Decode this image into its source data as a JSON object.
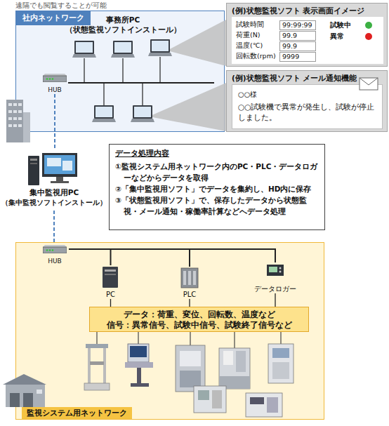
{
  "diagram": {
    "nodes": [
      {
        "text": [
          "社内ネットワーク"
        ]
      },
      {
        "text": [
          "HUB"
        ],
        "in": 0
      },
      {
        "text": [
          "(例)状態監視ソフト 表示画面イメージ"
        ]
      },
      {
        "text": [
          "(例)状態監視ソフト メール通知機能"
        ]
      },
      {
        "text": [
          "○○様",
          "○○試験機で異常が発生し、試験が停止しました。"
        ],
        "in": 3
      },
      {
        "text": [
          "集中監視用PC",
          "（集中監視ソフトインストール）"
        ]
      },
      {
        "text": [
          "データ処理内容",
          "①監視システム用ネットワーク内のPC・PLC・データロガーなどからデータを取得",
          "②「集中監視用ソフト」でデータを集約し、HD内に保存",
          "③「状態監視用ソフト」で、保存したデータから状態監視・メール通知・稼働率計算などへデータ処理"
        ]
      },
      {
        "text": [
          "監視システム用ネットワーク"
        ]
      },
      {
        "text": [
          "HUB"
        ],
        "in": 7
      },
      {
        "text": [
          "PC"
        ],
        "in": 7
      },
      {
        "text": [
          "PLC"
        ],
        "in": 7
      },
      {
        "text": [
          "データロガー"
        ],
        "in": 7
      },
      {
        "text": [
          "データ：荷重、変位、回転数、温度など",
          "信号：異常信号、試験中信号、試験終了信号など"
        ],
        "in": 7
      }
    ],
    "edges": [
      {
        "from": 1,
        "to": 5,
        "arrow": "none"
      },
      {
        "from": 5,
        "to": 8,
        "arrow": "none"
      },
      {
        "from": 8,
        "to": 9,
        "arrow": "none"
      },
      {
        "from": 8,
        "to": 10,
        "arrow": "none"
      },
      {
        "from": 8,
        "to": 11,
        "arrow": "none"
      },
      {
        "from": 9,
        "to": 12,
        "arrow": "none"
      },
      {
        "from": 10,
        "to": 12,
        "arrow": "none"
      },
      {
        "from": 11,
        "to": 12,
        "arrow": "none"
      }
    ],
    "labels": [
      "遠隔でも閲覧することが可能",
      "事務所PC",
      "（状態監視ソフトインストール）",
      "試験時間",
      "99:99:99",
      "荷重(N)",
      "99.9",
      "温度(℃)",
      "99.9",
      "回転数(rpm)",
      "9999",
      "試験中",
      "異常"
    ]
  }
}
